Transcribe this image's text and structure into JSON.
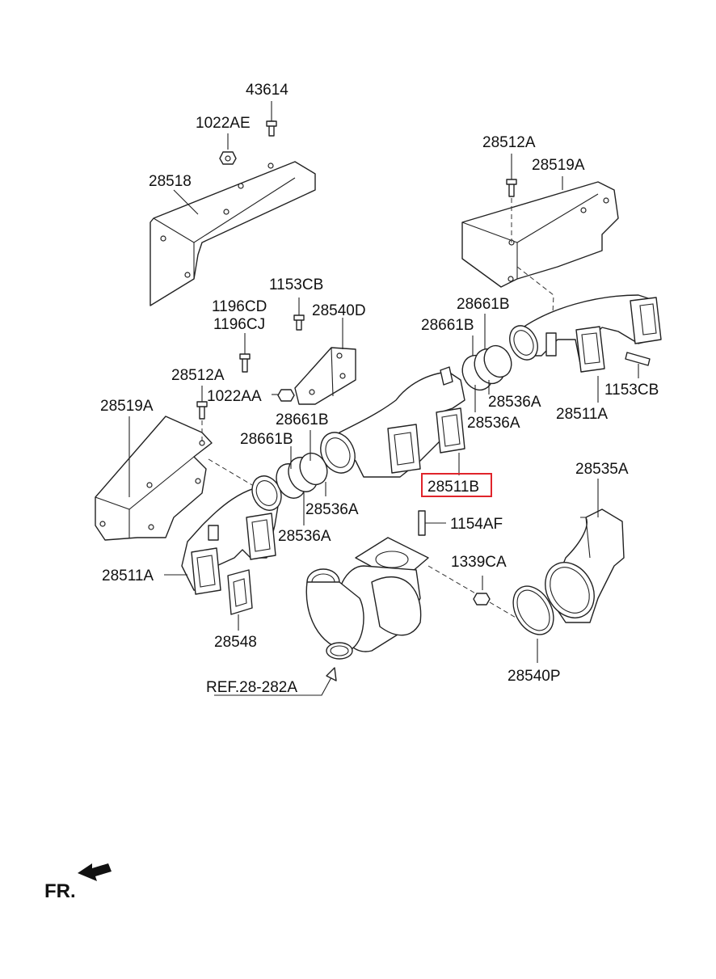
{
  "labels": {
    "p43614": "43614",
    "p1022AE": "1022AE",
    "p28518": "28518",
    "p28512A_top": "28512A",
    "p28519A_top": "28519A",
    "p1153CB_top": "1153CB",
    "p1196CD": "1196CD",
    "p1196CJ": "1196CJ",
    "p28540D": "28540D",
    "p28661B_r1": "28661B",
    "p28661B_r2": "28661B",
    "p28512A_left": "28512A",
    "p1022AA": "1022AA",
    "p28536A_r1": "28536A",
    "p28536A_r2": "28536A",
    "p28511A_r": "28511A",
    "p1153CB_r": "1153CB",
    "p28519A_left": "28519A",
    "p28661B_l1": "28661B",
    "p28661B_l2": "28661B",
    "p28511B": "28511B",
    "p28535A": "28535A",
    "p1154AF": "1154AF",
    "p28536A_l1": "28536A",
    "p28536A_l2": "28536A",
    "p28511A_l": "28511A",
    "p1339CA": "1339CA",
    "p28548": "28548",
    "p28540P": "28540P",
    "ref": "REF.28-282A",
    "fr": "FR."
  },
  "highlight": {
    "part": "28511B",
    "color": "#e0242b"
  }
}
